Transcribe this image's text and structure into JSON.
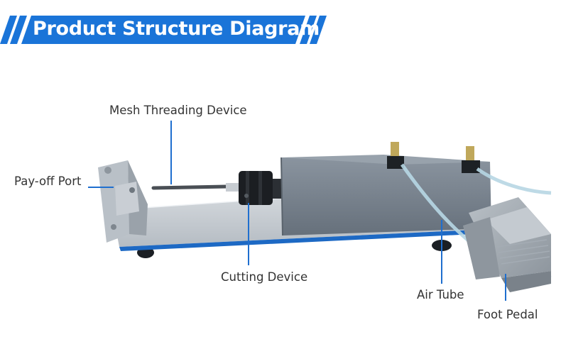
{
  "header": {
    "title": "Product Structure Diagram"
  },
  "colors": {
    "banner_blue": "#1a74d8",
    "leader_line_blue": "#1f6fcf",
    "label_text": "#333333",
    "machine_gray": "#7b8591",
    "base_plate": "#c6ccd2",
    "air_tube": "#b7d7e4"
  },
  "callouts": [
    {
      "id": "mesh-threading-device",
      "label": "Mesh Threading Device"
    },
    {
      "id": "pay-off-port",
      "label": "Pay-off Port"
    },
    {
      "id": "cutting-device",
      "label": "Cutting Device"
    },
    {
      "id": "air-tube",
      "label": "Air Tube"
    },
    {
      "id": "foot-pedal",
      "label": "Foot Pedal"
    }
  ]
}
